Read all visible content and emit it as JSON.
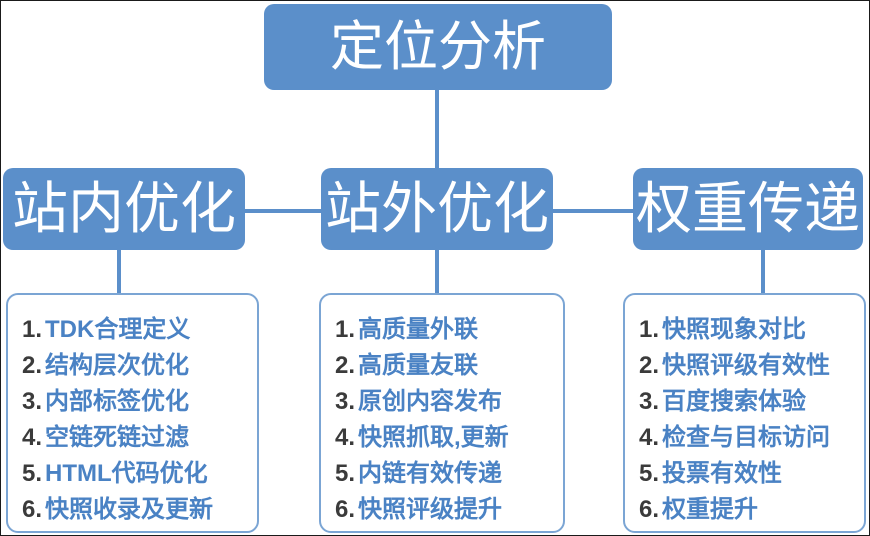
{
  "diagram": {
    "root": {
      "label": "定位分析"
    },
    "branches": [
      {
        "label": "站内优化",
        "items": [
          {
            "num": "1.",
            "text": "TDK合理定义"
          },
          {
            "num": "2.",
            "text": "结构层次优化"
          },
          {
            "num": "3.",
            "text": "内部标签优化"
          },
          {
            "num": "4.",
            "text": "空链死链过滤"
          },
          {
            "num": "5.",
            "text": "HTML代码优化"
          },
          {
            "num": "6.",
            "text": "快照收录及更新"
          }
        ]
      },
      {
        "label": "站外优化",
        "items": [
          {
            "num": "1.",
            "text": "高质量外联"
          },
          {
            "num": "2.",
            "text": "高质量友联"
          },
          {
            "num": "3.",
            "text": "原创内容发布"
          },
          {
            "num": "4.",
            "text": "快照抓取,更新"
          },
          {
            "num": "5.",
            "text": "内链有效传递"
          },
          {
            "num": "6.",
            "text": "快照评级提升"
          }
        ]
      },
      {
        "label": "权重传递",
        "items": [
          {
            "num": "1.",
            "text": "快照现象对比"
          },
          {
            "num": "2.",
            "text": "快照评级有效性"
          },
          {
            "num": "3.",
            "text": "百度搜索体验"
          },
          {
            "num": "4.",
            "text": "检查与目标访问"
          },
          {
            "num": "5.",
            "text": "投票有效性"
          },
          {
            "num": "6.",
            "text": "权重提升"
          }
        ]
      }
    ]
  },
  "colors": {
    "node_fill": "#5b8fca",
    "node_text": "#ffffff",
    "connector": "#5b8fca",
    "panel_border": "#7ba5d4",
    "item_text": "#4a82c4",
    "item_num": "#3b3b3b",
    "background": "#ffffff"
  }
}
